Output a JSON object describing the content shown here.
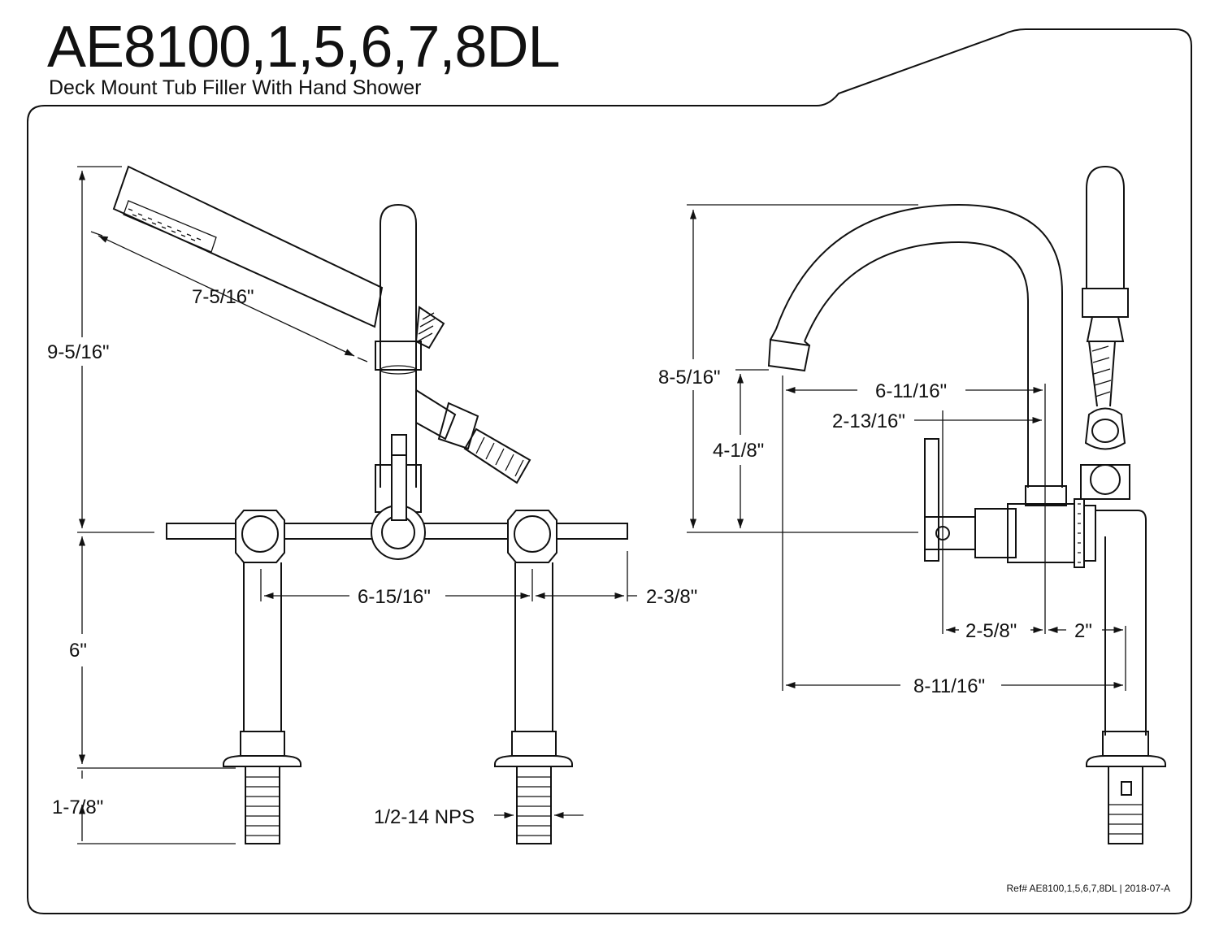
{
  "header": {
    "title": "AE8100,1,5,6,7,8DL",
    "subtitle": "Deck Mount Tub Filler With Hand Shower"
  },
  "footer": {
    "ref": "Ref# AE8100,1,5,6,7,8DL | 2018-07-A"
  },
  "dimensions": {
    "hand_shower_length": "7-5/16\"",
    "overall_height": "9-5/16\"",
    "deck_to_center": "6\"",
    "shank_length": "1-7/8\"",
    "handle_spacing": "6-15/16\"",
    "handle_overhang": "2-3/8\"",
    "thread": "1/2-14 NPS",
    "spout_height": "8-5/16\"",
    "spout_outlet_height": "4-1/8\"",
    "spout_reach": "6-11/16\"",
    "lever_reach": "2-13/16\"",
    "body_depth": "2-5/8\"",
    "shower_offset": "2\"",
    "total_depth": "8-11/16\""
  },
  "colors": {
    "line": "#111111",
    "background": "#ffffff"
  }
}
